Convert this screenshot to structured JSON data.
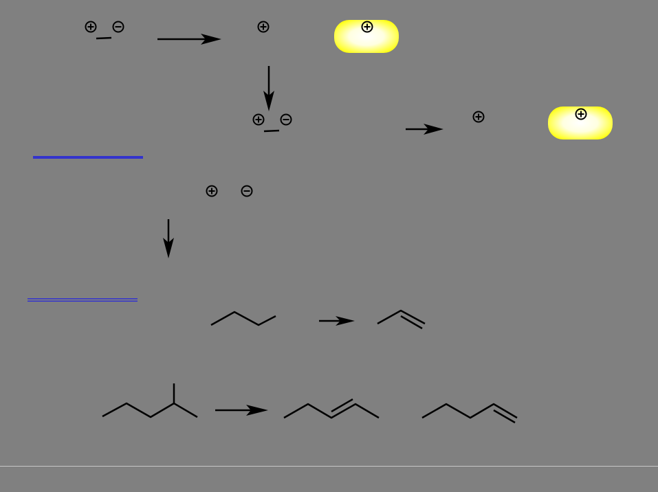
{
  "canvas": {
    "background": "#808080",
    "line_color": "#000000",
    "highlight_color": "#ffff00",
    "blue_line_color": "#3333cc"
  },
  "symbols": {
    "positive_charge": "positive-charge-icon",
    "negative_charge": "negative-charge-icon",
    "reaction_arrow": "reaction-arrow-icon"
  },
  "scheme": {
    "steps": [
      {
        "type": "reaction-arrow",
        "direction": "right"
      },
      {
        "type": "reaction-arrow",
        "direction": "down"
      },
      {
        "type": "reaction-arrow",
        "direction": "right"
      },
      {
        "type": "reaction-arrow",
        "direction": "down"
      },
      {
        "type": "reaction-arrow",
        "direction": "right"
      },
      {
        "type": "reaction-arrow",
        "direction": "right"
      }
    ],
    "structures": [
      "butane",
      "propene",
      "2-methylpentane",
      "2-pentene",
      "1-pentene"
    ],
    "highlighted_carbocations": 2
  }
}
